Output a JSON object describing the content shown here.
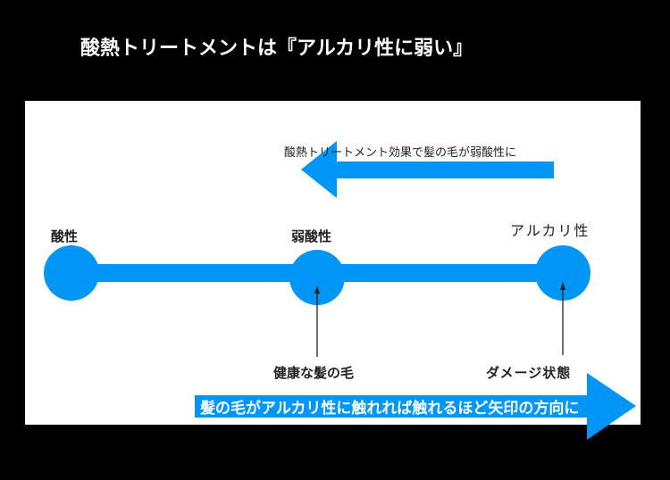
{
  "title": "酸熱トリートメントは『アルカリ性に弱い』",
  "top_arrow_label": "酸熱トリートメント効果で髪の毛が弱酸性に",
  "scale": {
    "points": [
      {
        "label": "酸性"
      },
      {
        "label": "弱酸性",
        "note": "健康な髪の毛"
      },
      {
        "label": "アルカリ性",
        "note": "ダメージ状態"
      }
    ]
  },
  "bottom_arrow_label": "髪の毛がアルカリ性に触れれば触れるほど矢印の方向に",
  "colors": {
    "accent": "#0096F5",
    "background": "#000000",
    "panel": "#FFFFFF"
  }
}
